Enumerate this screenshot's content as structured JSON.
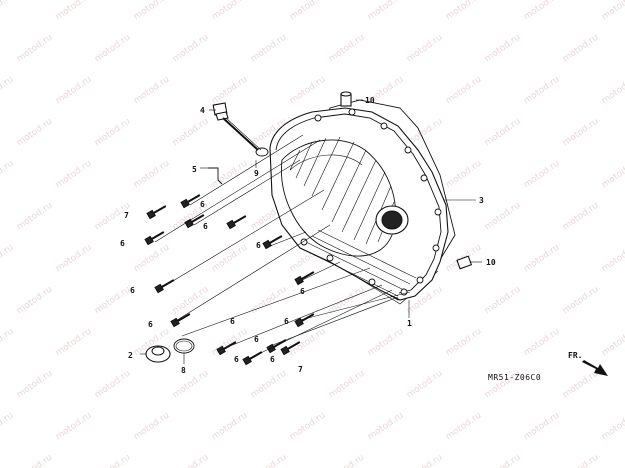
{
  "diagram": {
    "code": "MR51-Z06C0",
    "direction_label": "FR.",
    "watermark": "motod.ru",
    "callouts": {
      "c1": "1",
      "c2": "2",
      "c3": "3",
      "c4": "4",
      "c5": "5",
      "c6a": "6",
      "c6b": "6",
      "c6c": "6",
      "c6d": "6",
      "c6e": "6",
      "c6f": "6",
      "c6g": "6",
      "c6h": "6",
      "c6i": "6",
      "c6j": "6",
      "c6k": "6",
      "c6l": "6",
      "c7a": "7",
      "c7b": "7",
      "c8": "8",
      "c9": "9",
      "c10a": "10",
      "c10b": "10"
    }
  }
}
